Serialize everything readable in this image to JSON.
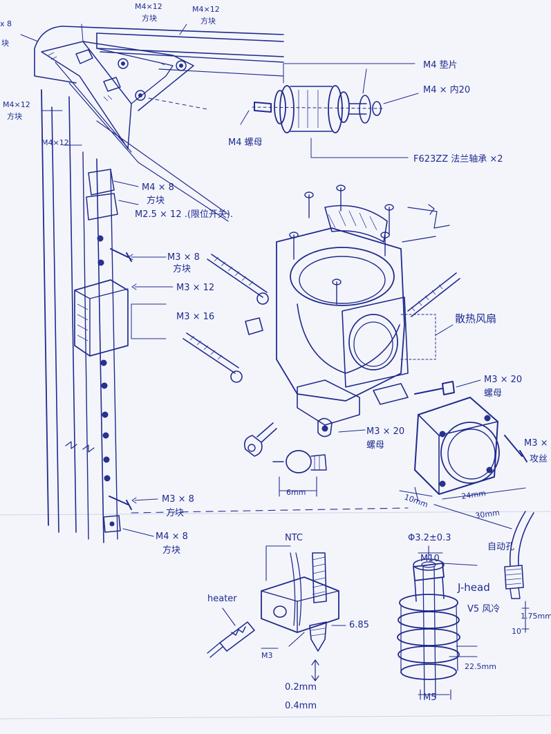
{
  "labels": {
    "top_left_1": "M4×12",
    "top_left_1b": "方块",
    "top_left_2": "M4×12",
    "top_left_2b": "方块",
    "left_edge_1": "x 8",
    "left_edge_2": "块",
    "left_m4x12": "M4×12",
    "left_m4x12_b": "方块",
    "left_m4x12_2": "M4×12",
    "washer": "M4 垫片",
    "bolt_m4x20": "M4 × 内20",
    "nut_m4": "M4 螺母",
    "bearing": "F623ZZ 法兰轴承 ×2",
    "m4x8_square": "M4 × 8",
    "m4x8_square_b": "方块",
    "limit_switch": "M2.5 × 12 .(限位开关).",
    "m3x8_a": "M3 × 8",
    "m3x8_a_b": "方块",
    "m3x12": "M3 × 12",
    "m3x16": "M3 × 16",
    "fan": "散热风扇",
    "m3x20_nut_r": "M3 × 20",
    "m3x20_nut_r_b": "螺母",
    "m3x20_nut_c": "M3 × 20",
    "m3x20_nut_c_b": "螺母",
    "m3_tap": "M3 ×",
    "m3_tap_b": "攻丝",
    "dim_6mm": "6mm",
    "dim_10mm": "10mm",
    "dim_24mm": "24mm",
    "dim_30mm": "30mm",
    "m3x8_b": "M3 × 8",
    "m3x8_b_b": "方块",
    "m4x8_bottom": "M4 × 8",
    "m4x8_bottom_b": "方块",
    "ntc": "NTC",
    "heater": "heater",
    "phi32": "Φ3.2±0.3",
    "m10": "M10",
    "jhead": "J-head",
    "v5": "V5 风冷",
    "pneumatic": "自动孔",
    "dim_685": "6.85",
    "m3_bottom": "M3",
    "dim_175": "1.75mm",
    "dim_10": "10",
    "dim_225": "22.5mm",
    "m5": "M5",
    "nozzle_02": "0.2mm",
    "nozzle_04": "0.4mm"
  }
}
